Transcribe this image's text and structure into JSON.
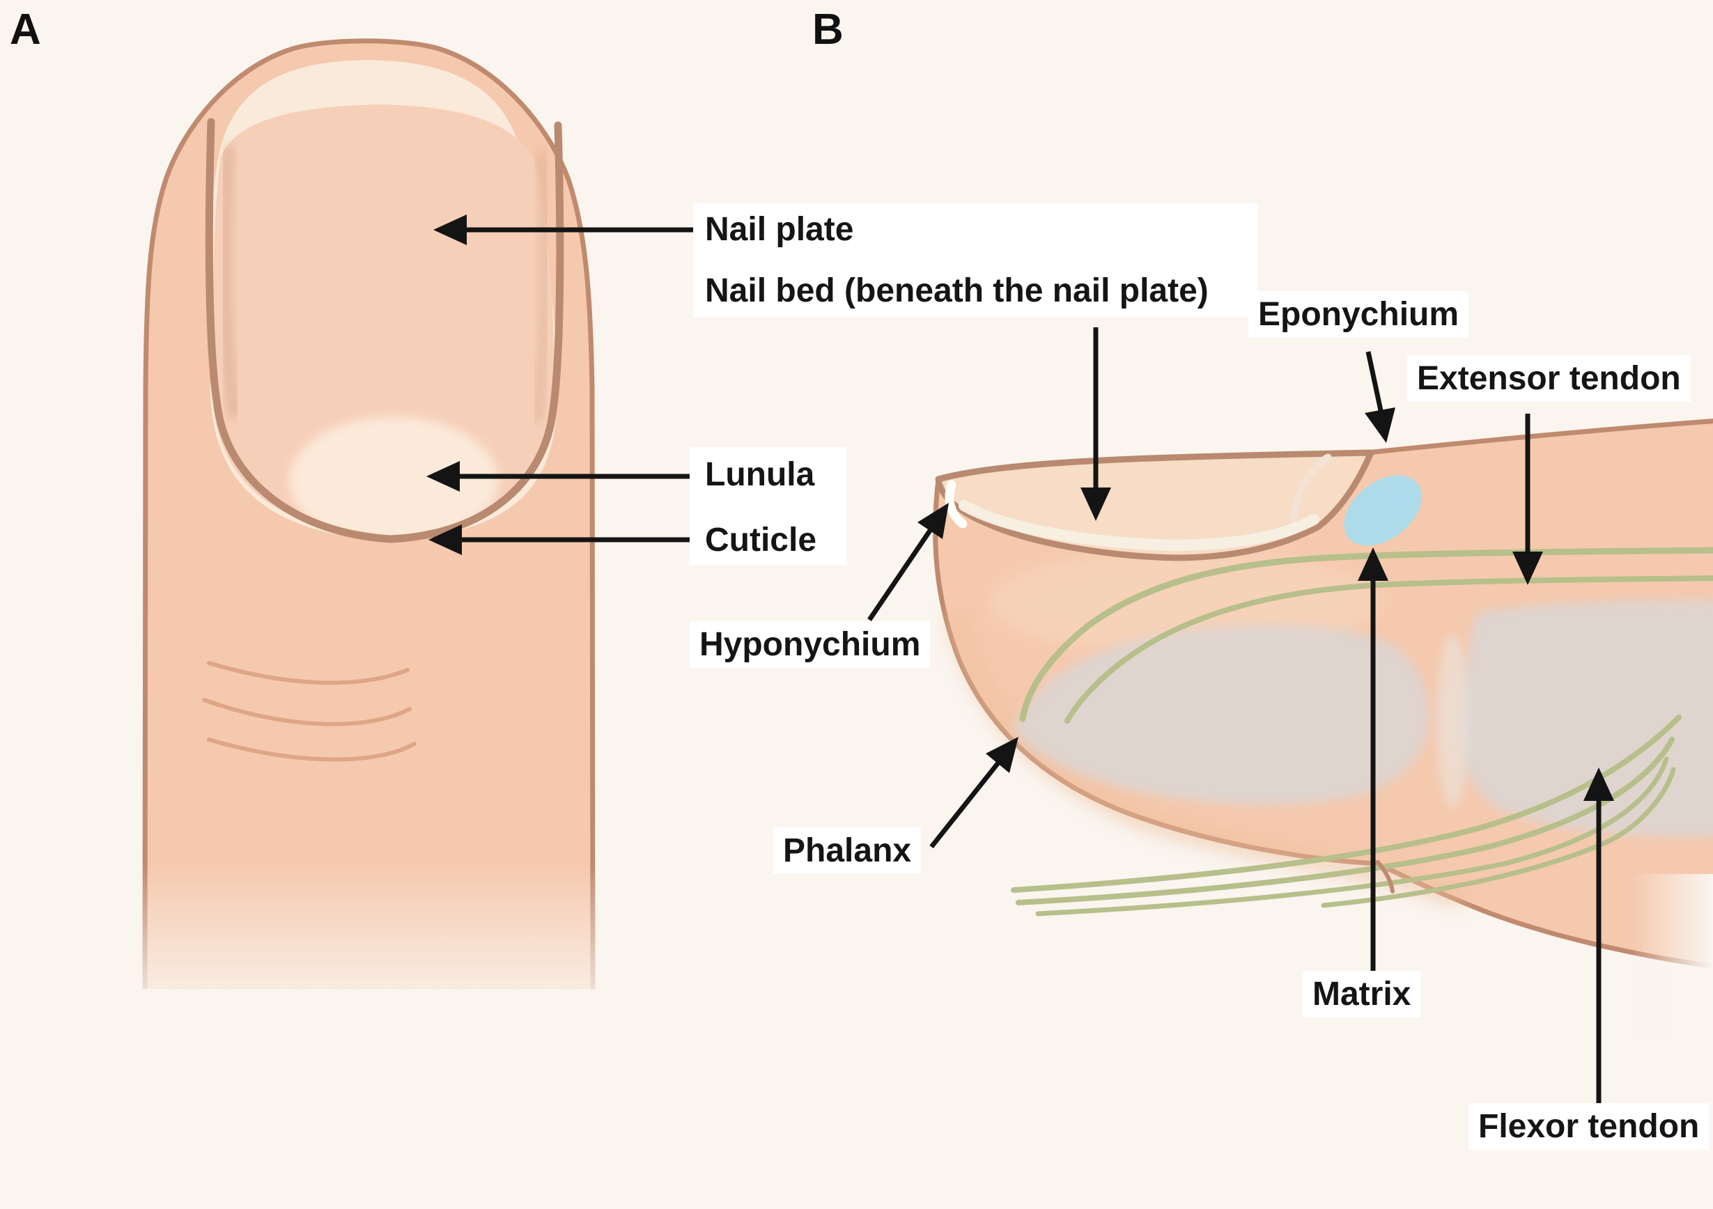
{
  "figure": {
    "panel_a": {
      "letter": "A",
      "description": "fingernail-top-view",
      "labels": {
        "nail_plate": "Nail plate",
        "nail_bed": "Nail bed (beneath the nail plate)",
        "lunula": "Lunula",
        "cuticle": "Cuticle"
      }
    },
    "panel_b": {
      "letter": "B",
      "description": "fingertip-sagittal-section",
      "labels": {
        "eponychium": "Eponychium",
        "extensor_tendon": "Extensor tendon",
        "hyponychium": "Hyponychium",
        "phalanx": "Phalanx",
        "matrix": "Matrix",
        "flexor_tendon": "Flexor tendon"
      }
    }
  },
  "colors": {
    "background": "#faf5ef",
    "skin": "#f5c9ae",
    "skin_light": "#f8d8c0",
    "skin_shadow": "#eec09d",
    "outline": "#c08a6e",
    "nail_fold_line": "#b98a6f",
    "nail_free_edge": "#f9ead9",
    "nail_bed": "#f6cfb8",
    "lunula": "#fbe9d9",
    "side_nail": "#f7dcc6",
    "bone": "#dcd5d0",
    "tendon": "#b7bf8b",
    "matrix": "#aedbe9",
    "arrow": "#141414",
    "label_bg": "#ffffff",
    "label_text": "#151515"
  }
}
